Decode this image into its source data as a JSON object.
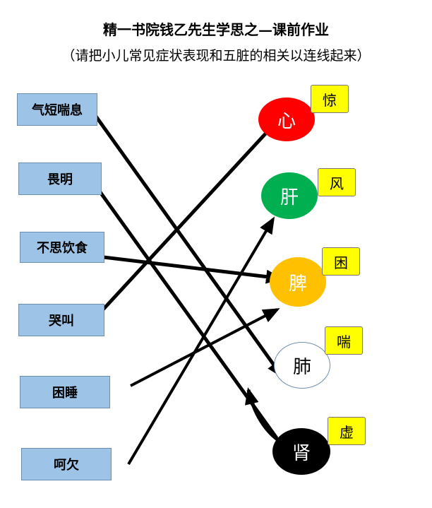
{
  "title": "精一书院钱乙先生学思之—课前作业",
  "subtitle": "（请把小儿常见症状表现和五脏的相关以连线起来）",
  "symptoms": [
    {
      "label": "气短喘息"
    },
    {
      "label": "畏明"
    },
    {
      "label": "不思饮食"
    },
    {
      "label": "哭叫"
    },
    {
      "label": "困睡"
    },
    {
      "label": "呵欠"
    }
  ],
  "organs": [
    {
      "label": "心",
      "color": "#ff0000",
      "text_color": "#ffffff"
    },
    {
      "label": "肝",
      "color": "#00b050",
      "text_color": "#ffffff"
    },
    {
      "label": "脾",
      "color": "#ffc000",
      "text_color": "#ffffff"
    },
    {
      "label": "肺",
      "color": "#ffffff",
      "text_color": "#000000"
    },
    {
      "label": "肾",
      "color": "#000000",
      "text_color": "#ffffff"
    }
  ],
  "tags": [
    {
      "label": "惊"
    },
    {
      "label": "风"
    },
    {
      "label": "困"
    },
    {
      "label": "喘"
    },
    {
      "label": "虚"
    }
  ]
}
